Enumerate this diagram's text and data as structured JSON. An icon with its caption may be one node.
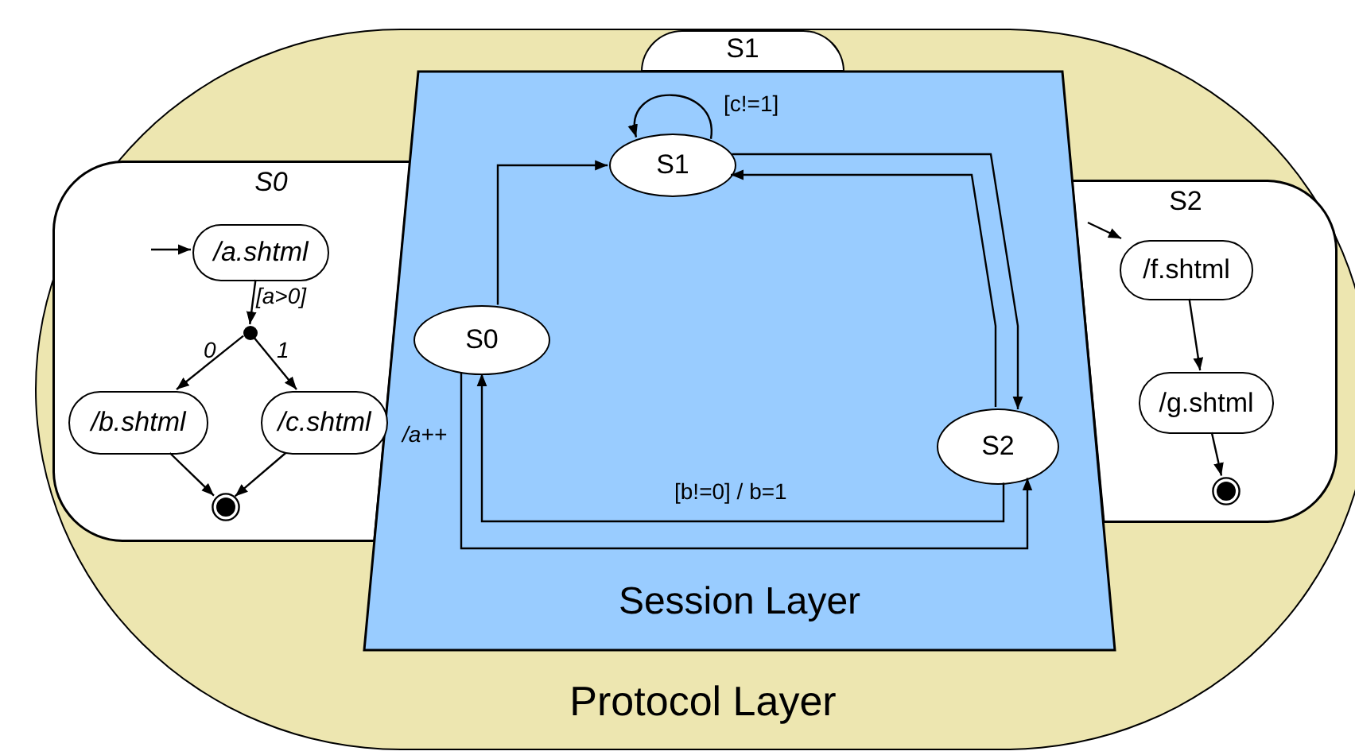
{
  "diagram": {
    "nodes": [
      {
        "text": [
          "Protocol Layer"
        ]
      },
      {
        "text": [
          "S0"
        ],
        "in": 0
      },
      {
        "text": [
          "/a.shtml"
        ],
        "in": 1
      },
      {
        "text": [],
        "shape": "circle",
        "in": 1
      },
      {
        "text": [
          "/b.shtml"
        ],
        "in": 1
      },
      {
        "text": [
          "/c.shtml"
        ],
        "in": 1
      },
      {
        "text": [],
        "shape": "circle",
        "in": 1
      },
      {
        "text": [
          "S1"
        ],
        "in": 0
      },
      {
        "text": [
          "S2"
        ],
        "in": 0
      },
      {
        "text": [
          "/f.shtml"
        ],
        "in": 8
      },
      {
        "text": [
          "/g.shtml"
        ],
        "in": 8
      },
      {
        "text": [],
        "shape": "circle",
        "in": 8
      },
      {
        "text": [
          "Session Layer"
        ],
        "in": 0
      },
      {
        "text": [
          "S1"
        ],
        "in": 12
      },
      {
        "text": [
          "S0"
        ],
        "in": 12
      },
      {
        "text": [
          "S2"
        ],
        "in": 12
      }
    ],
    "edges": [
      {
        "from": null,
        "to": 2,
        "arrow": "to"
      },
      {
        "from": 2,
        "to": 3,
        "arrow": "to",
        "label": "[a>0]"
      },
      {
        "from": 3,
        "to": 4,
        "arrow": "to",
        "label": "0"
      },
      {
        "from": 3,
        "to": 5,
        "arrow": "to",
        "label": "1"
      },
      {
        "from": 4,
        "to": 6,
        "arrow": "to"
      },
      {
        "from": 5,
        "to": 6,
        "arrow": "to"
      },
      {
        "from": null,
        "to": 9,
        "arrow": "to"
      },
      {
        "from": 9,
        "to": 10,
        "arrow": "to"
      },
      {
        "from": 10,
        "to": 11,
        "arrow": "to"
      },
      {
        "from": 13,
        "to": 13,
        "arrow": "to",
        "label": "[c!=1]"
      },
      {
        "from": 14,
        "to": 13,
        "arrow": "to"
      },
      {
        "from": 13,
        "to": 15,
        "arrow": "to"
      },
      {
        "from": 15,
        "to": 13,
        "arrow": "to"
      },
      {
        "from": 15,
        "to": 14,
        "arrow": "to",
        "label": "[b!=0] / b=1"
      },
      {
        "from": 14,
        "to": 15,
        "arrow": "to",
        "label": "/a++"
      }
    ]
  }
}
